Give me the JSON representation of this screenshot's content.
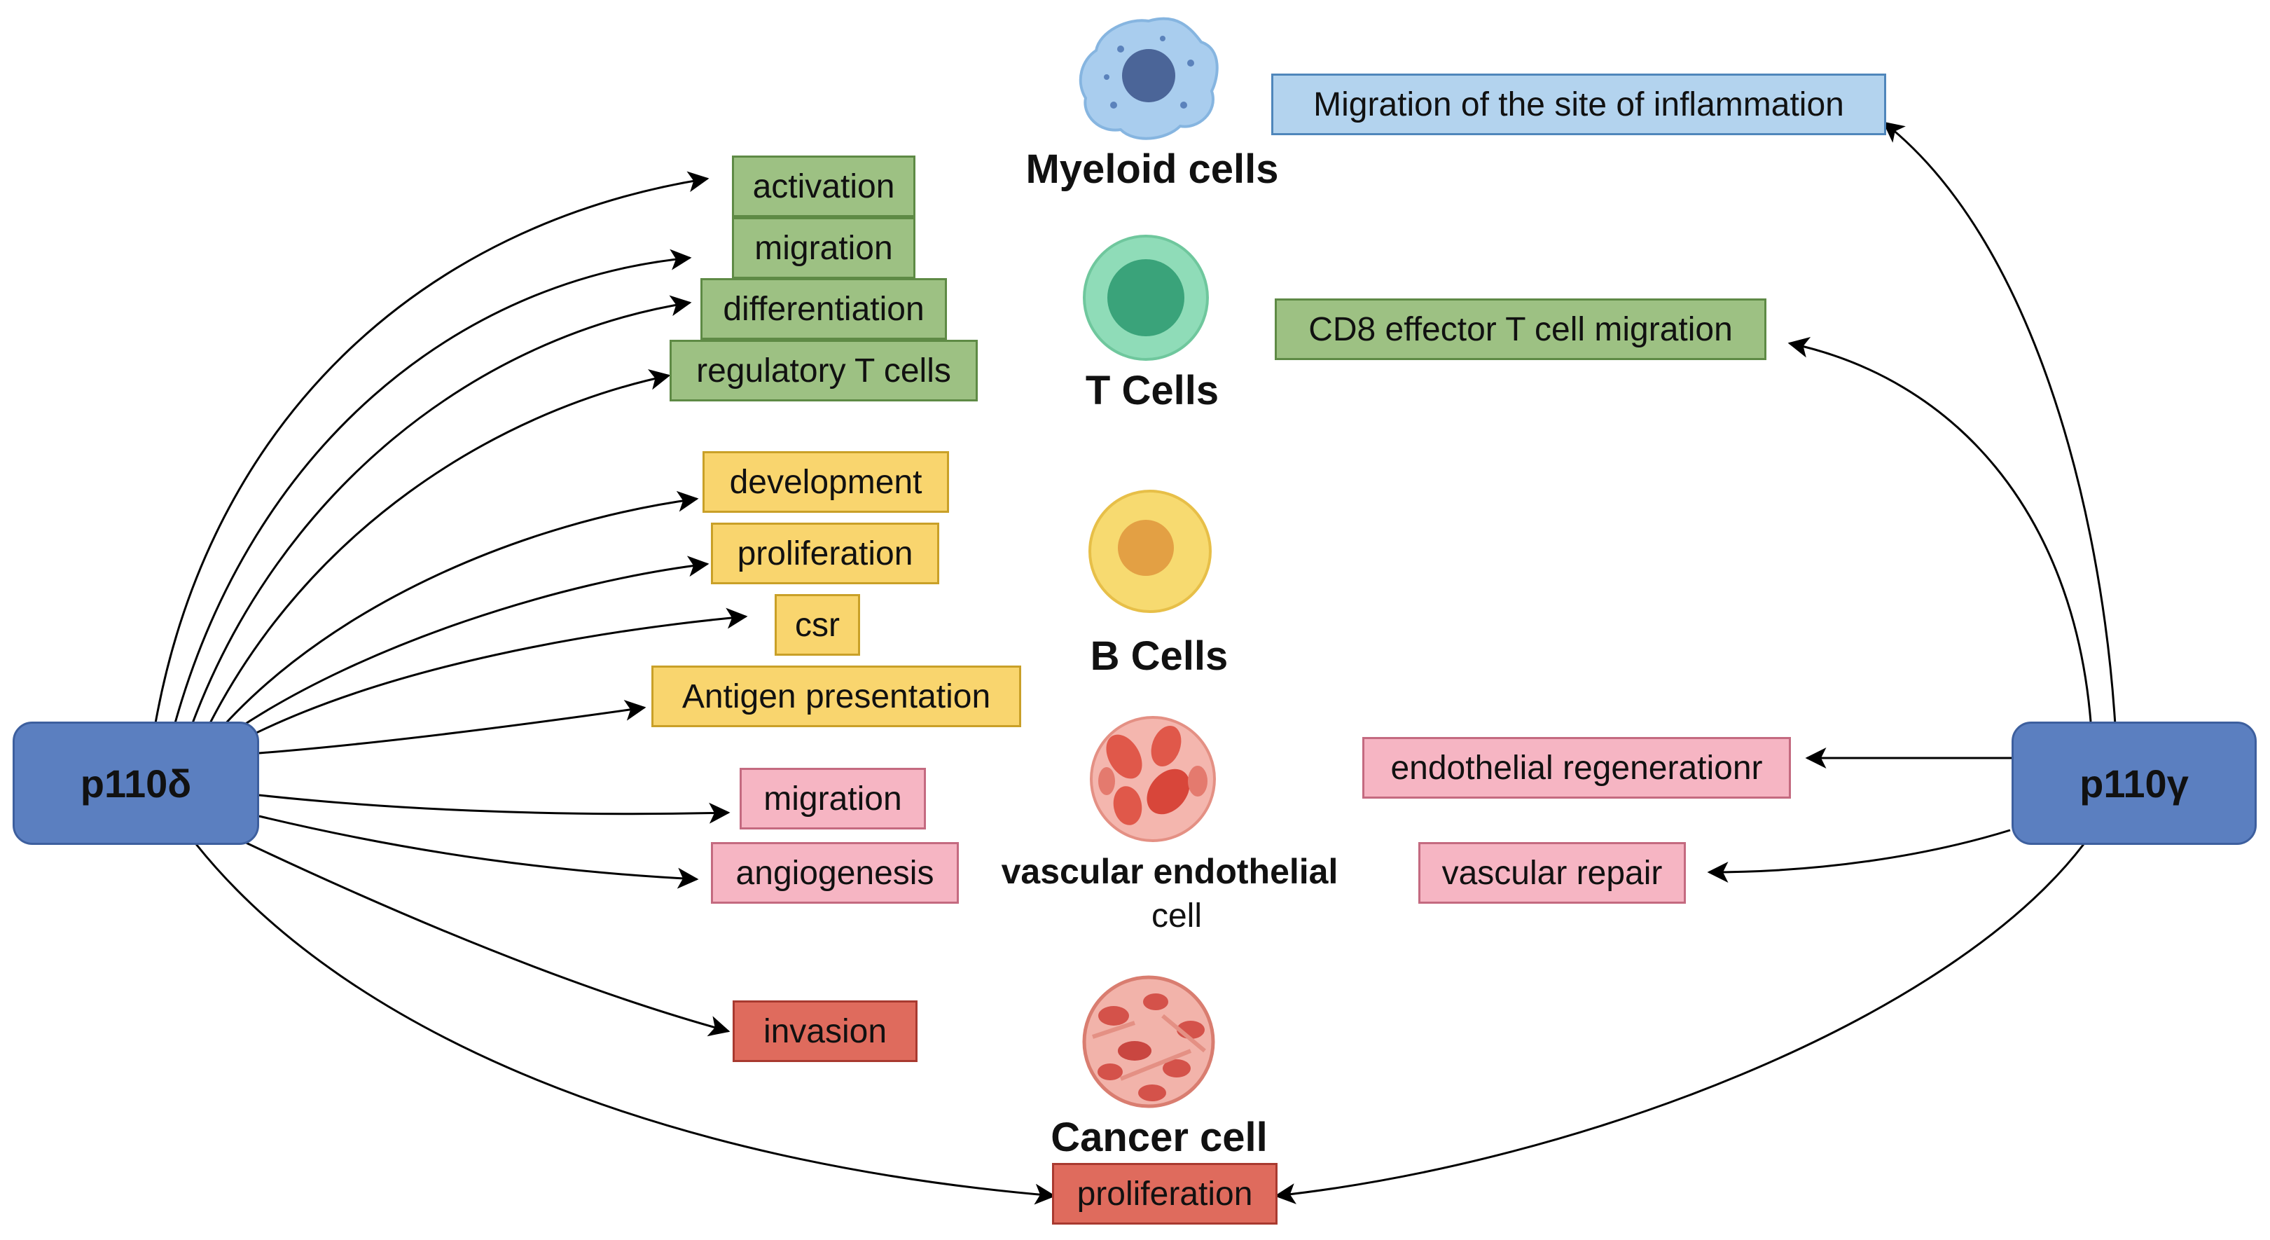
{
  "nodes": {
    "left": "p110δ",
    "right": "p110γ"
  },
  "cells": {
    "myeloid": "Myeloid cells",
    "tcell": "T Cells",
    "bcell": "B Cells",
    "endothelial": "vascular endothelial",
    "endothelial_sub": "cell",
    "cancer": "Cancer cell"
  },
  "left_boxes": {
    "activation": "activation",
    "migration_t": "migration",
    "differentiation": "differentiation",
    "regulatory": "regulatory T cells",
    "development": "development",
    "proliferation_b": "proliferation",
    "csr": "csr",
    "antigen": "Antigen presentation",
    "migration_v": "migration",
    "angiogenesis": "angiogenesis",
    "invasion": "invasion"
  },
  "right_boxes": {
    "inflammation": "Migration of the site of inflammation",
    "cd8": "CD8 effector T cell migration",
    "regeneration": "endothelial regenerationr",
    "repair": "vascular repair"
  },
  "shared": {
    "proliferation": "proliferation"
  },
  "colors": {
    "node": "#5b7fc0",
    "t_cell_green": "#9dc183",
    "b_cell_yellow": "#f9d56e",
    "endothelial_pink": "#f6b5c3",
    "cancer_red": "#df6b5d",
    "myeloid_blue": "#b3d3ee"
  }
}
